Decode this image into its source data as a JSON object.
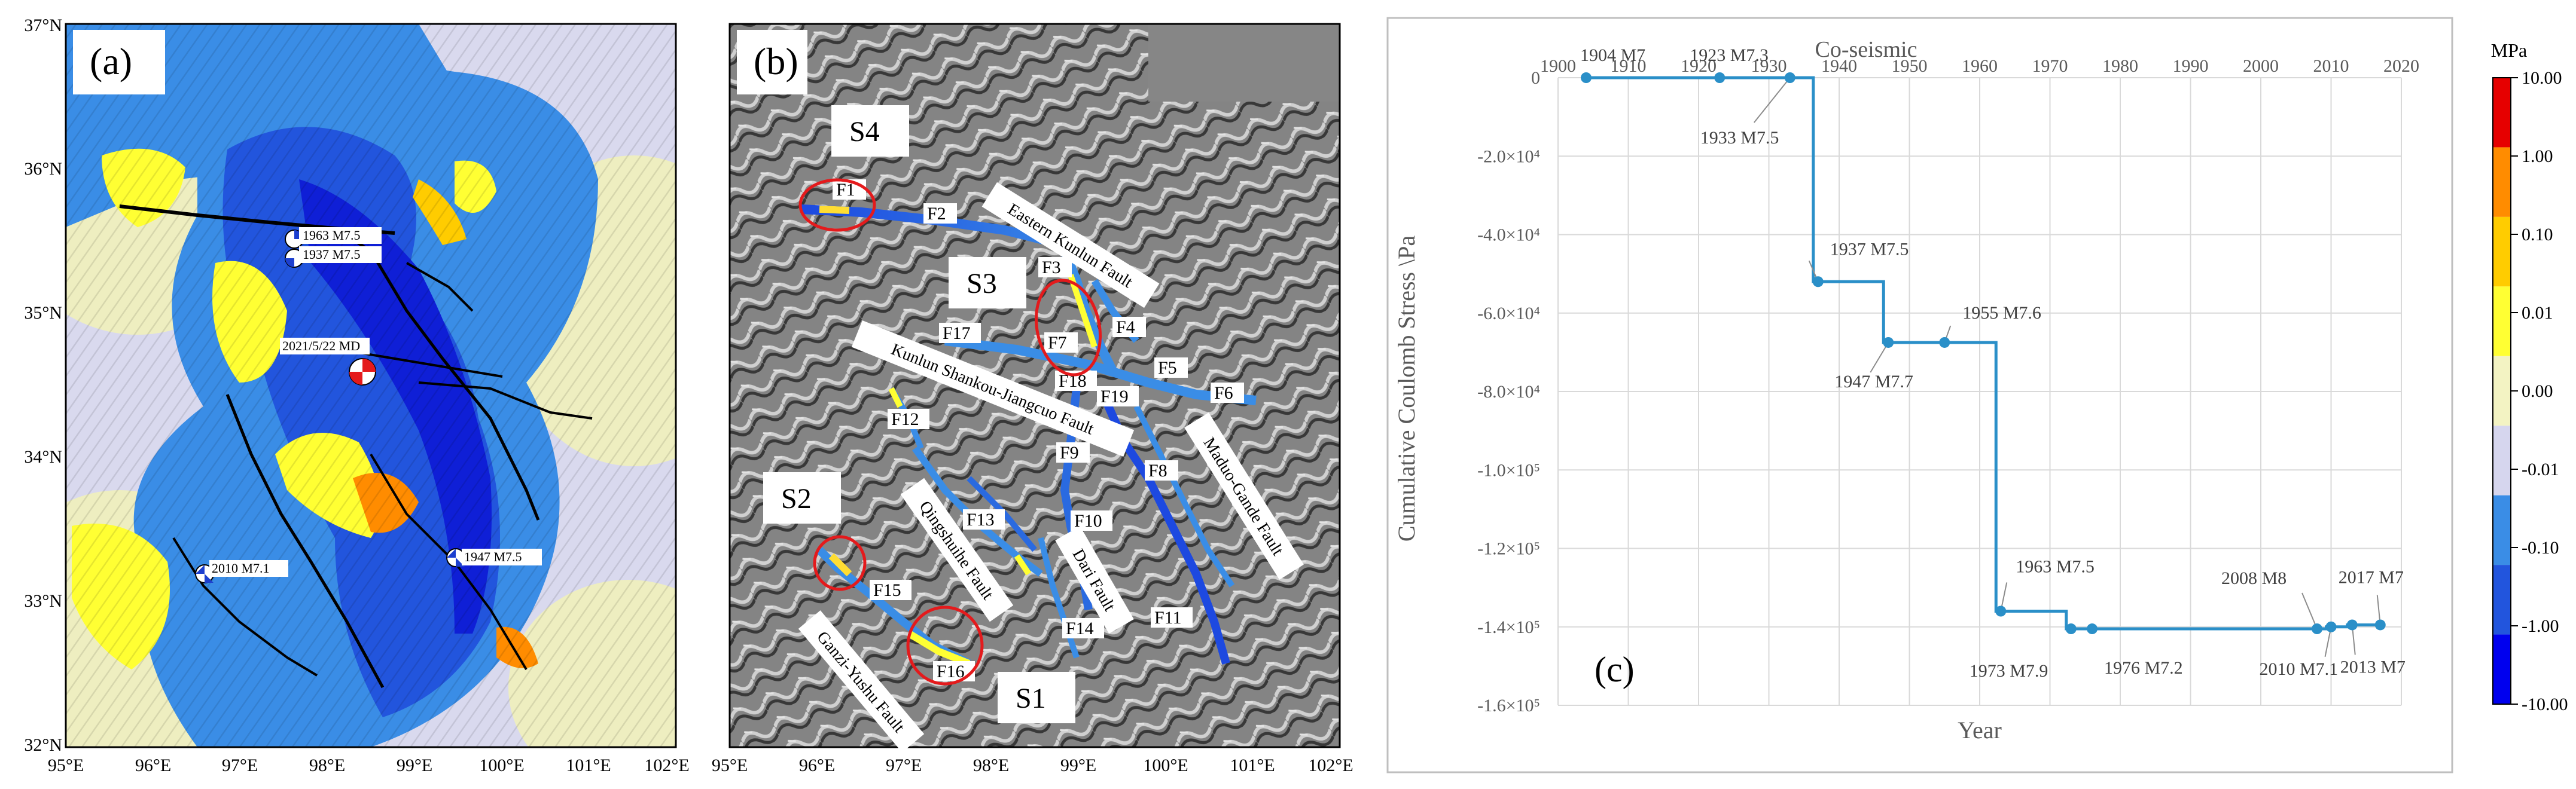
{
  "panel_a": {
    "label": "(a)",
    "lat_ticks": [
      "37°N",
      "36°N",
      "35°N",
      "34°N",
      "33°N",
      "32°N"
    ],
    "lon_ticks": [
      "95°E",
      "96°E",
      "97°E",
      "98°E",
      "99°E",
      "100°E",
      "101°E",
      "102°E"
    ],
    "events": [
      {
        "label": "1963 M7.5"
      },
      {
        "label": "1937 M7.5"
      },
      {
        "label": "2021/5/22 MD"
      },
      {
        "label": "2010 M7.1"
      },
      {
        "label": "1947 M7.5"
      }
    ]
  },
  "panel_b": {
    "label": "(b)",
    "lon_ticks": [
      "95°E",
      "96°E",
      "97°E",
      "98°E",
      "99°E",
      "100°E",
      "101°E",
      "102°E"
    ],
    "segments": [
      "S4",
      "S3",
      "S2",
      "S1"
    ],
    "faults": [
      "F1",
      "F2",
      "F3",
      "F4",
      "F5",
      "F6",
      "F7",
      "F8",
      "F9",
      "F10",
      "F11",
      "F12",
      "F13",
      "F14",
      "F15",
      "F16",
      "F17",
      "F18",
      "F19"
    ],
    "fault_names": [
      "Eastern Kunlun Fault",
      "Kunlun Shankou-Jiangcuo Fault",
      "Maduo-Gande Fault",
      "Qingshuihe Fault",
      "Dari Fault",
      "Ganzi-Yushu Fault"
    ]
  },
  "panel_c": {
    "label": "(c)",
    "title": "Co-seismic",
    "ylabel": "Cumulative Coulomb Stress \\Pa",
    "xlabel": "Year",
    "x_ticks": [
      "1900",
      "1910",
      "1920",
      "1930",
      "1940",
      "1950",
      "1960",
      "1970",
      "1980",
      "1990",
      "2000",
      "2010",
      "2020"
    ],
    "y_ticks": [
      "0",
      "-2.0×10⁴",
      "-4.0×10⁴",
      "-6.0×10⁴",
      "-8.0×10⁴",
      "-1.0×10⁵",
      "-1.2×10⁵",
      "-1.4×10⁵",
      "-1.6×10⁵"
    ]
  },
  "colorbar": {
    "unit": "MPa",
    "labels": [
      "10.00",
      "1.00",
      "0.10",
      "0.01",
      "0.00",
      "-0.01",
      "-0.10",
      "-1.00",
      "-10.00"
    ],
    "colors": [
      "#e60000",
      "#ff8c00",
      "#ffcc00",
      "#ffff33",
      "#f3f3c3",
      "#d6d6ee",
      "#3a8de6",
      "#2255dd",
      "#0000ee"
    ]
  },
  "colors": {
    "line": "#2a8fc8",
    "grid": "#d9d9d9"
  },
  "chart_data": {
    "type": "line",
    "title": "Co-seismic",
    "xlabel": "Year",
    "ylabel": "Cumulative Coulomb Stress \\Pa",
    "xlim": [
      1900,
      2020
    ],
    "ylim": [
      -160000,
      0
    ],
    "step": "post",
    "points": [
      {
        "x": 1904,
        "y": 0,
        "label": "1904 M7"
      },
      {
        "x": 1923,
        "y": 0,
        "label": "1923 M7.3"
      },
      {
        "x": 1933,
        "y": 0,
        "label": "1933 M7.5"
      },
      {
        "x": 1937,
        "y": -52000,
        "label": "1937 M7.5"
      },
      {
        "x": 1947,
        "y": -67500,
        "label": "1947 M7.7"
      },
      {
        "x": 1955,
        "y": -67500,
        "label": "1955 M7.6"
      },
      {
        "x": 1963,
        "y": -136000,
        "label": "1963 M7.5"
      },
      {
        "x": 1973,
        "y": -140500,
        "label": "1973 M7.9"
      },
      {
        "x": 1976,
        "y": -140500,
        "label": "1976 M7.2"
      },
      {
        "x": 2008,
        "y": -140500,
        "label": "2008 M8"
      },
      {
        "x": 2010,
        "y": -140000,
        "label": "2010 M7.1"
      },
      {
        "x": 2013,
        "y": -139500,
        "label": "2013 M7"
      },
      {
        "x": 2017,
        "y": -139500,
        "label": "2017 M7"
      }
    ]
  }
}
